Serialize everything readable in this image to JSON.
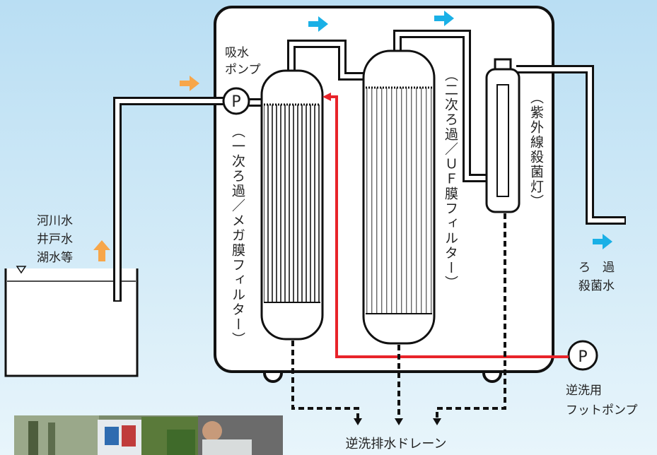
{
  "labels": {
    "intake_pump_line1": "吸水",
    "intake_pump_line2": "ポンプ",
    "pump_letter": "P",
    "primary_filter": "（一次ろ過／メガ膜フィルター）",
    "secondary_filter": "（二次ろ過／ＵＦ膜フィルター）",
    "uv_lamp": "（紫外線殺菌灯）",
    "source_line1": "河川水",
    "source_line2": "井戸水",
    "source_line3": "湖水等",
    "output_line1": "ろ　過",
    "output_line2": "殺菌水",
    "backwash_pump_line1": "逆洗用",
    "backwash_pump_line2": "フットポンプ",
    "drain": "逆洗排水ドレーン"
  },
  "colors": {
    "background": "#cde9f6",
    "flow_in_arrow": "#f7a64a",
    "flow_arrow": "#1ab0e6",
    "backwash_line": "#e8232a"
  }
}
